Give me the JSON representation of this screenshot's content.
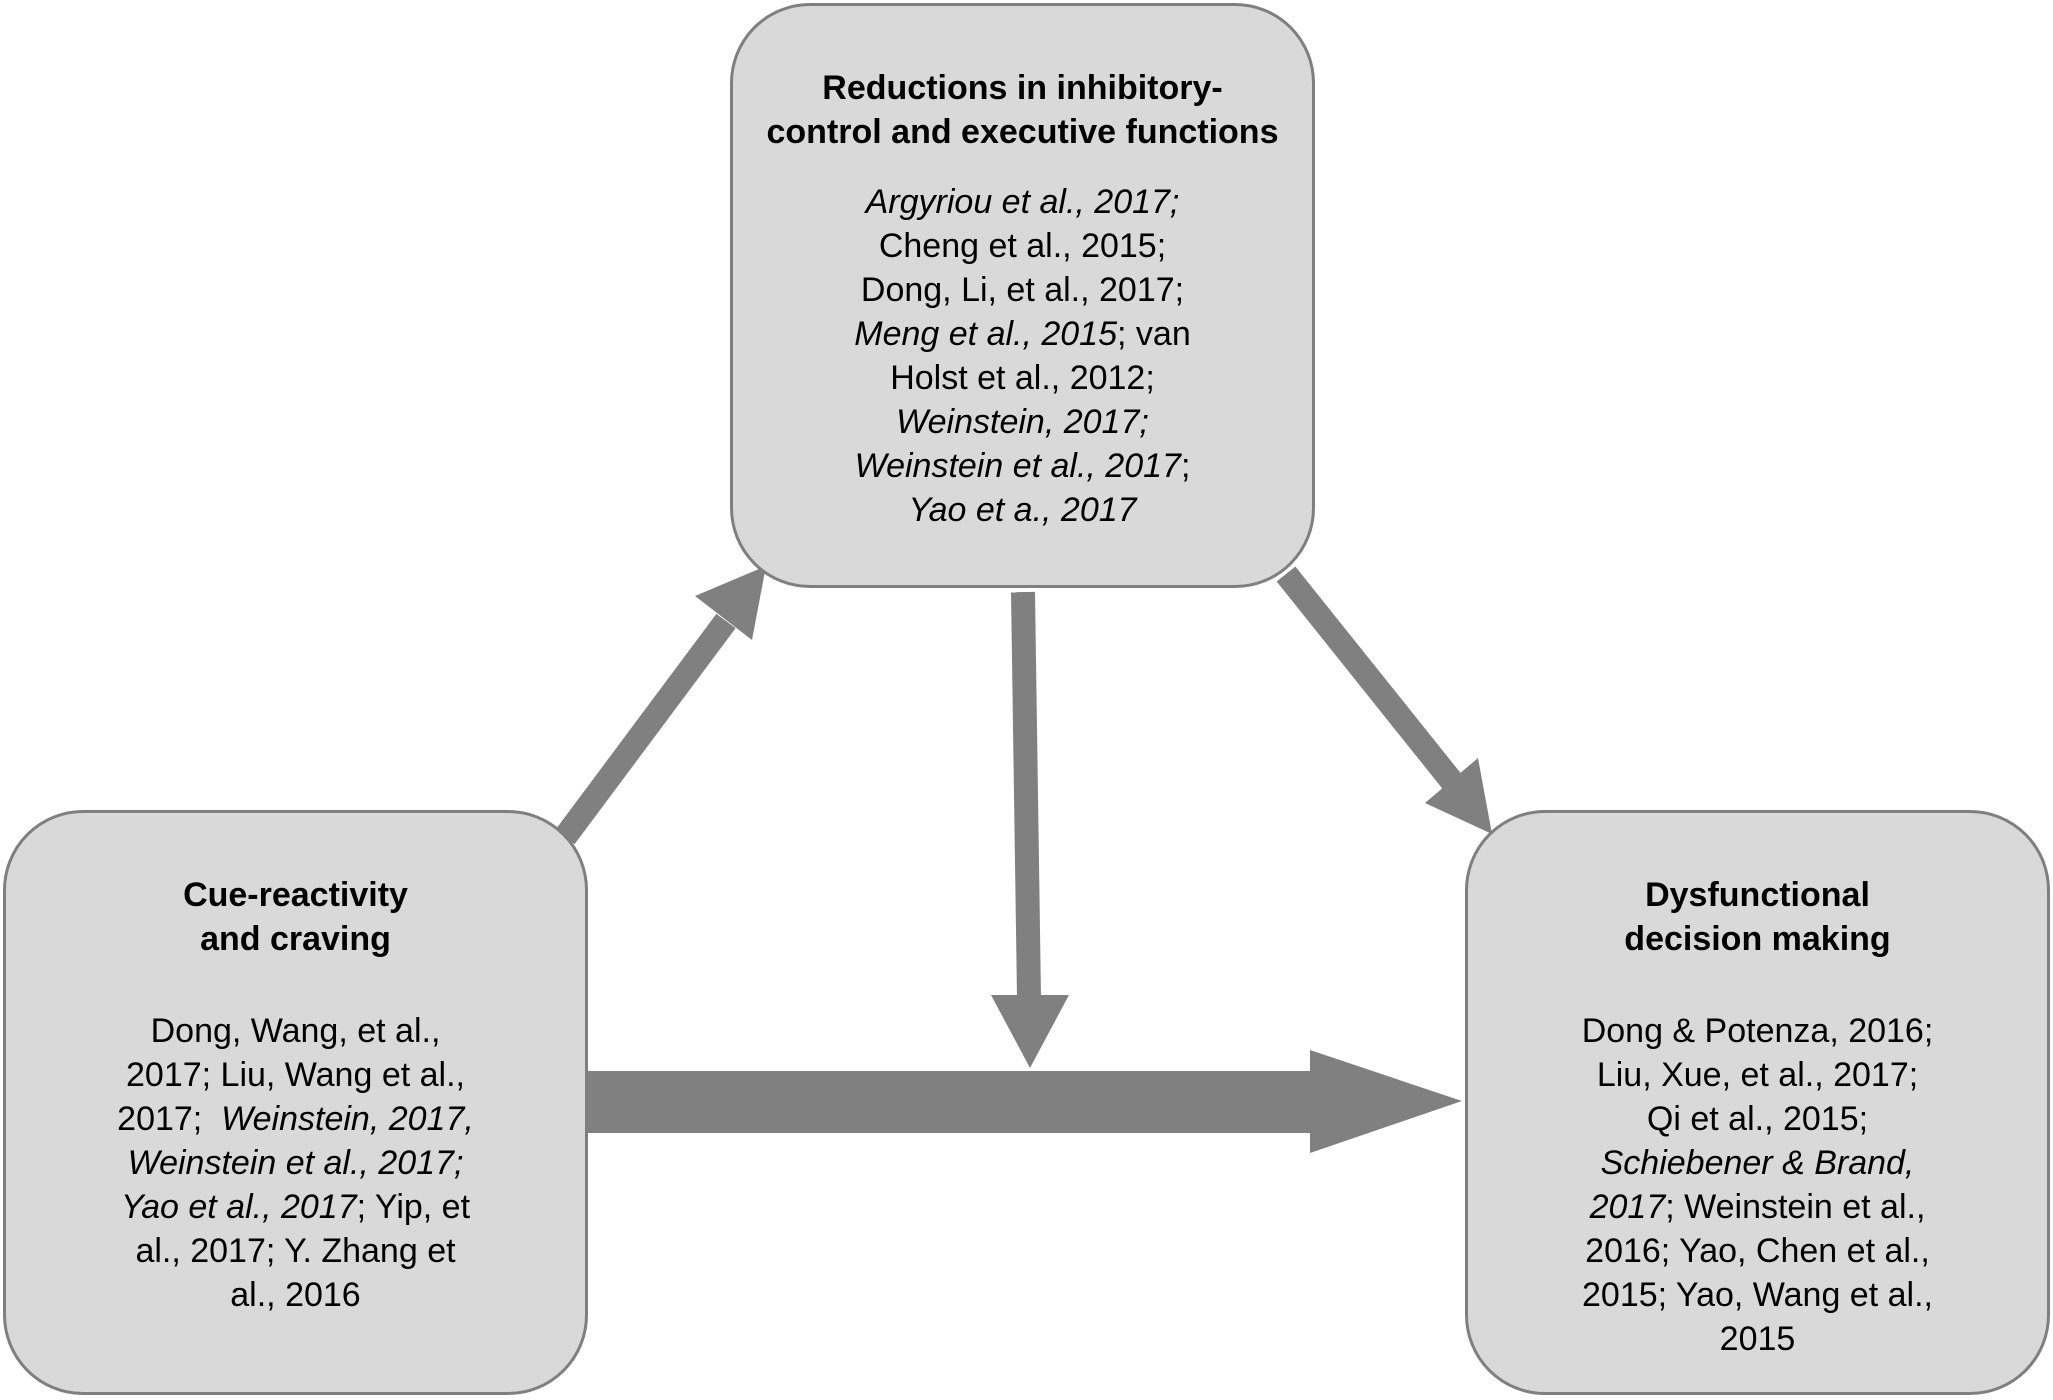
{
  "colors": {
    "box_fill": "#d9d9d9",
    "box_border": "#7f7f7f",
    "arrow": "#808080"
  },
  "boxes": {
    "top": {
      "title_line1": "Reductions in inhibitory-",
      "title_line2": "control and executive functions",
      "refs": [
        {
          "text": "Argyriou et al., 2017;",
          "italic": true
        },
        {
          "text": "Cheng et al., 2015;",
          "italic": false
        },
        {
          "text": "Dong, Li, et al., 2017;",
          "italic": false
        },
        {
          "text": "Meng et al., 2015",
          "italic": true
        },
        {
          "text": ";  van",
          "italic": false
        },
        {
          "text": "Holst et al., 2012;",
          "italic": false
        },
        {
          "text": "Weinstein, 2017;",
          "italic": true
        },
        {
          "text": "Weinstein et al., 2017",
          "italic": true
        },
        {
          "text": ";",
          "italic": false
        },
        {
          "text": "Yao et a., 2017",
          "italic": true
        }
      ]
    },
    "left": {
      "title_line1": "Cue-reactivity",
      "title_line2": "and craving",
      "refs": [
        {
          "text": "Dong, Wang, et al.,",
          "italic": false
        },
        {
          "text": "2017; Liu, Wang et al.,",
          "italic": false
        },
        {
          "text": "2017;  ",
          "italic": false
        },
        {
          "text": "Weinstein, 2017,",
          "italic": true
        },
        {
          "text": "Weinstein et al., 2017;",
          "italic": true
        },
        {
          "text": "Yao et al., 2017",
          "italic": true
        },
        {
          "text": "; Yip, et",
          "italic": false
        },
        {
          "text": "al., 2017; Y. Zhang et",
          "italic": false
        },
        {
          "text": "al., 2016",
          "italic": false
        }
      ]
    },
    "right": {
      "title_line1": "Dysfunctional",
      "title_line2": "decision making",
      "refs": [
        {
          "text": "Dong & Potenza, 2016;",
          "italic": false
        },
        {
          "text": "Liu, Xue, et al., 2017;",
          "italic": false
        },
        {
          "text": "Qi et al., 2015;",
          "italic": false
        },
        {
          "text": "Schiebener & Brand,",
          "italic": true
        },
        {
          "text": "2017",
          "italic": true
        },
        {
          "text": "; Weinstein et al.,",
          "italic": false
        },
        {
          "text": "2016; Yao, Chen et al.,",
          "italic": false
        },
        {
          "text": "2015; Yao, Wang et al.,",
          "italic": false
        },
        {
          "text": "2015",
          "italic": false
        }
      ]
    }
  },
  "arrows": [
    {
      "name": "arrow-cue-to-inhibitory",
      "from": "left",
      "to": "top"
    },
    {
      "name": "arrow-inhibitory-to-link",
      "from": "top",
      "to": "main-arrow"
    },
    {
      "name": "arrow-inhibitory-to-decision",
      "from": "top",
      "to": "right"
    },
    {
      "name": "arrow-cue-to-decision",
      "from": "left",
      "to": "right"
    }
  ]
}
